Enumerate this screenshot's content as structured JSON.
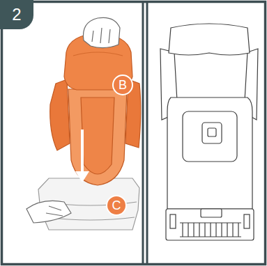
{
  "diagram": {
    "nodes": [
      {
        "text": [
          "2"
        ]
      },
      {
        "text": [
          "B"
        ]
      },
      {
        "text": [
          "C"
        ]
      }
    ]
  }
}
